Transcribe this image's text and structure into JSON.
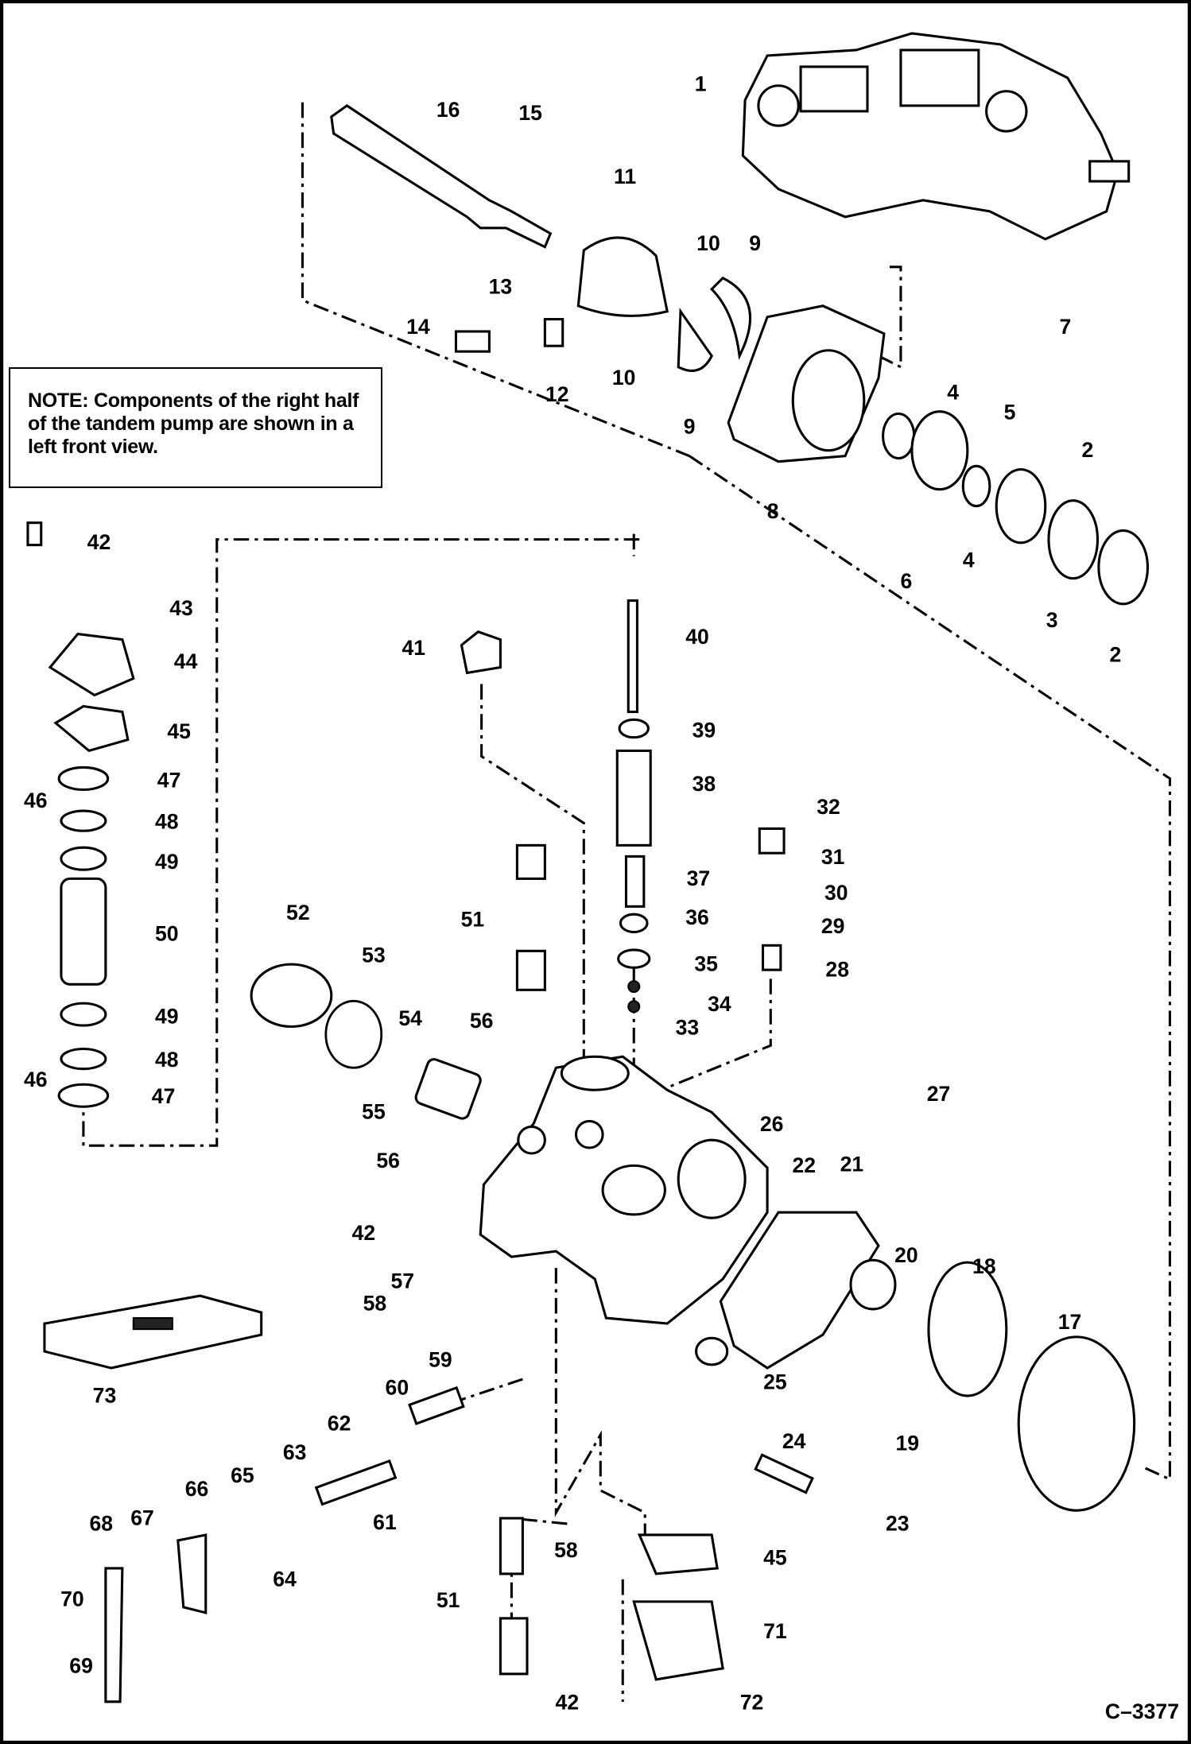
{
  "note": {
    "label": "NOTE:",
    "text": "Components of the right half of the tandem pump are shown in a left front view."
  },
  "figure_id": "C–3377",
  "callouts": [
    "1",
    "16",
    "15",
    "11",
    "10",
    "9",
    "13",
    "7",
    "14",
    "12",
    "10",
    "9",
    "4",
    "5",
    "2",
    "8",
    "4",
    "6",
    "3",
    "2",
    "42",
    "43",
    "44",
    "45",
    "47",
    "46",
    "48",
    "49",
    "50",
    "49",
    "48",
    "46",
    "47",
    "40",
    "41",
    "39",
    "38",
    "32",
    "31",
    "30",
    "29",
    "37",
    "51",
    "36",
    "35",
    "28",
    "34",
    "33",
    "52",
    "53",
    "54",
    "56",
    "27",
    "55",
    "26",
    "56",
    "22",
    "21",
    "42",
    "20",
    "18",
    "17",
    "57",
    "58",
    "73",
    "25",
    "59",
    "60",
    "19",
    "62",
    "24",
    "63",
    "65",
    "66",
    "61",
    "23",
    "67",
    "68",
    "58",
    "45",
    "64",
    "70",
    "51",
    "71",
    "69",
    "42",
    "72"
  ]
}
